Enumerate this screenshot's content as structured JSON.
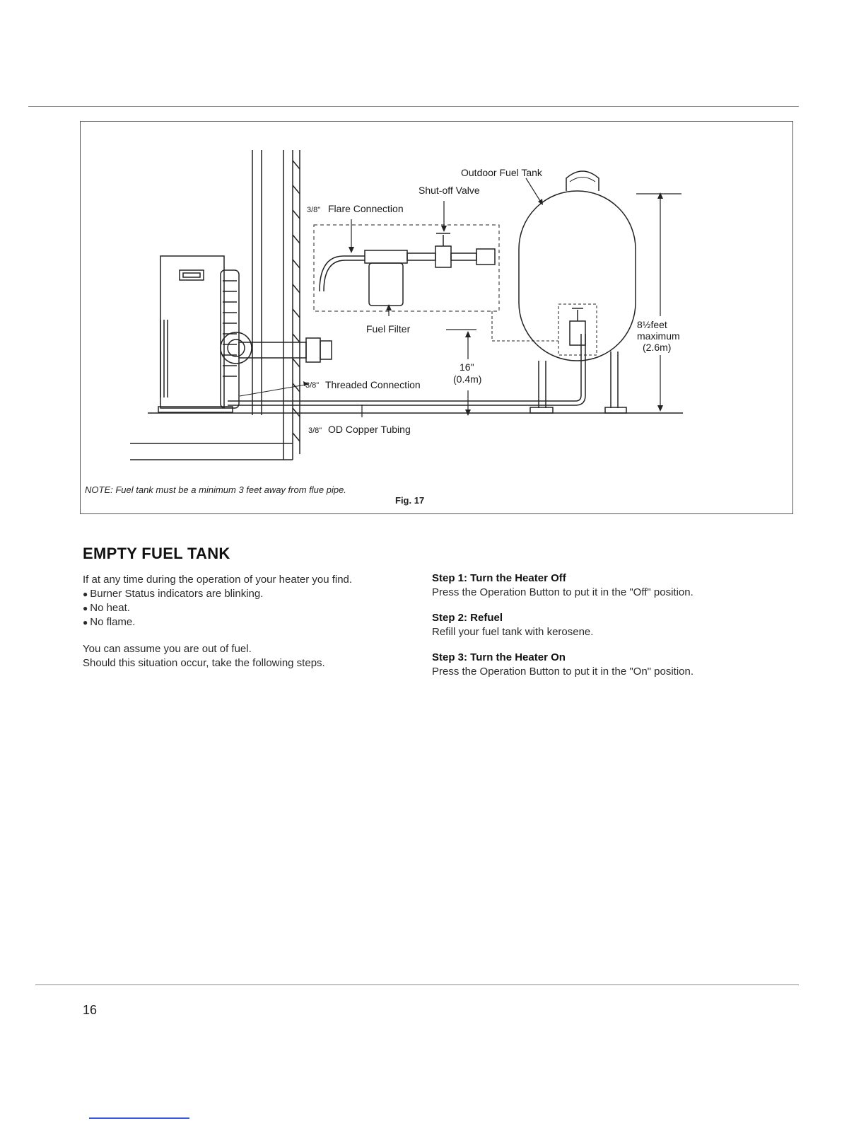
{
  "figure": {
    "labels": {
      "outdoor_fuel_tank": "Outdoor Fuel Tank",
      "shutoff_valve": "Shut-off Valve",
      "flare_connection": "Flare Connection",
      "fuel_filter": "Fuel Filter",
      "threaded_connection": "Threaded Connection",
      "copper_tubing": "OD Copper Tubing",
      "frac_flare": "3/8\"",
      "frac_threaded": "3/8\"",
      "frac_tubing": "3/8\"",
      "height_16": "16\"",
      "height_16_metric": "(0.4m)",
      "height_max": "8½feet",
      "height_max_word": "maximum",
      "height_max_metric": "(2.6m)"
    },
    "note": "NOTE: Fuel tank must be a minimum 3 feet away from flue pipe.",
    "caption": "Fig. 17"
  },
  "section": {
    "title": "EMPTY FUEL TANK",
    "intro": "If at any time during the operation of your heater you find.",
    "symptoms": [
      "Burner Status indicators are blinking.",
      "No heat.",
      "No flame."
    ],
    "outro_1": "You can assume you are out of fuel.",
    "outro_2": "Should this situation occur, take the following steps."
  },
  "steps": [
    {
      "title": "Step 1: Turn the Heater Off",
      "text": "Press the Operation Button to put it in the \"Off\" position."
    },
    {
      "title": "Step 2: Refuel",
      "text": "Refill your fuel tank with kerosene."
    },
    {
      "title": "Step 3: Turn the Heater On",
      "text": "Press the Operation Button to put it in the \"On\" position."
    }
  ],
  "page_number": "16"
}
